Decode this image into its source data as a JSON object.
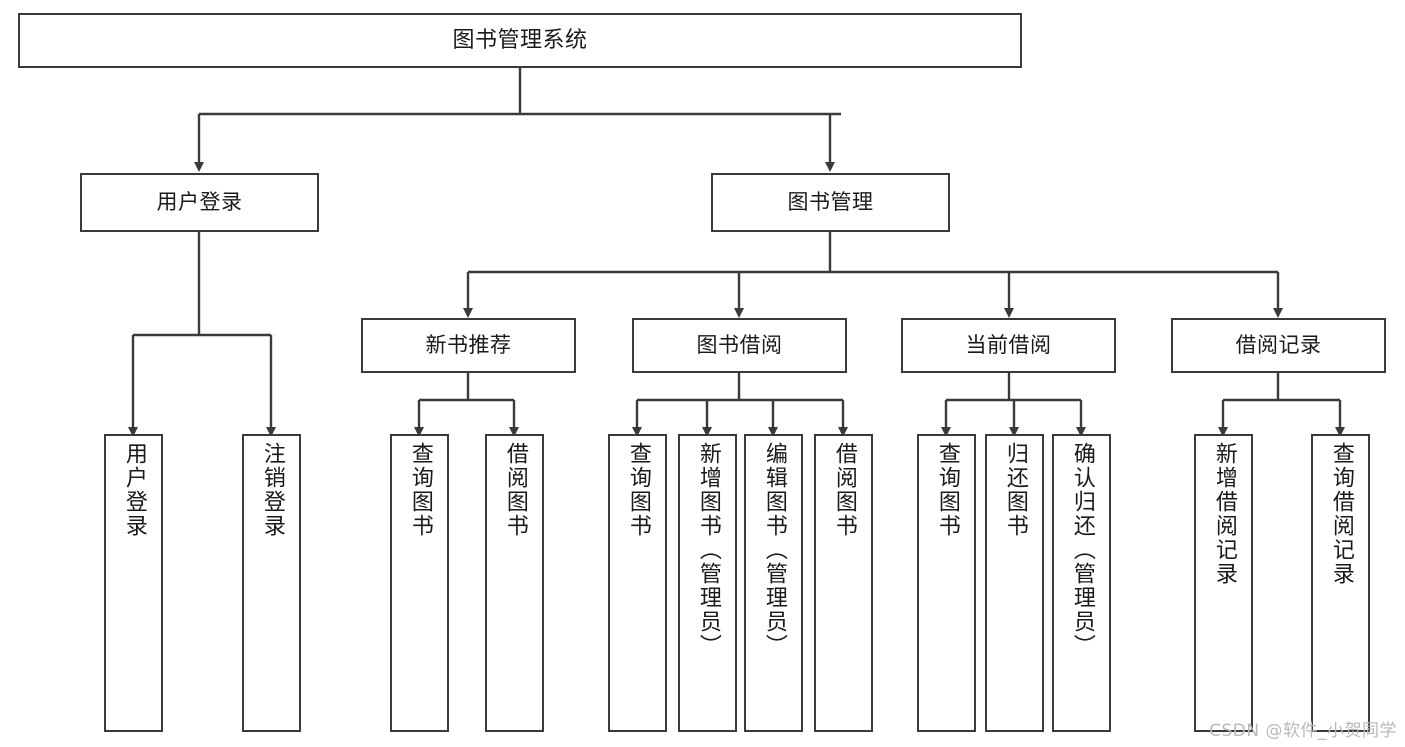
{
  "diagram": {
    "title": "图书管理系统",
    "type": "tree-hierarchy",
    "line_color": "#3a3a3a",
    "box_fill": "#ffffff",
    "text_color": "#1a1a1a",
    "nodes": {
      "root": "图书管理系统",
      "level2": [
        "用户登录",
        "图书管理"
      ],
      "level3": [
        "新书推荐",
        "图书借阅",
        "当前借阅",
        "借阅记录"
      ],
      "leaves": {
        "user_login": [
          "用户登录",
          "注销登录"
        ],
        "new_book_recommend": [
          "查询图书",
          "借阅图书"
        ],
        "book_borrow": [
          "查询图书",
          "新增图书（管理员）",
          "编辑图书（管理员）",
          "借阅图书"
        ],
        "current_borrow": [
          "查询图书",
          "归还图书",
          "确认归还（管理员）"
        ],
        "borrow_record": [
          "新增借阅记录",
          "查询借阅记录"
        ]
      }
    },
    "watermark": "CSDN @软件_小贺同学"
  }
}
